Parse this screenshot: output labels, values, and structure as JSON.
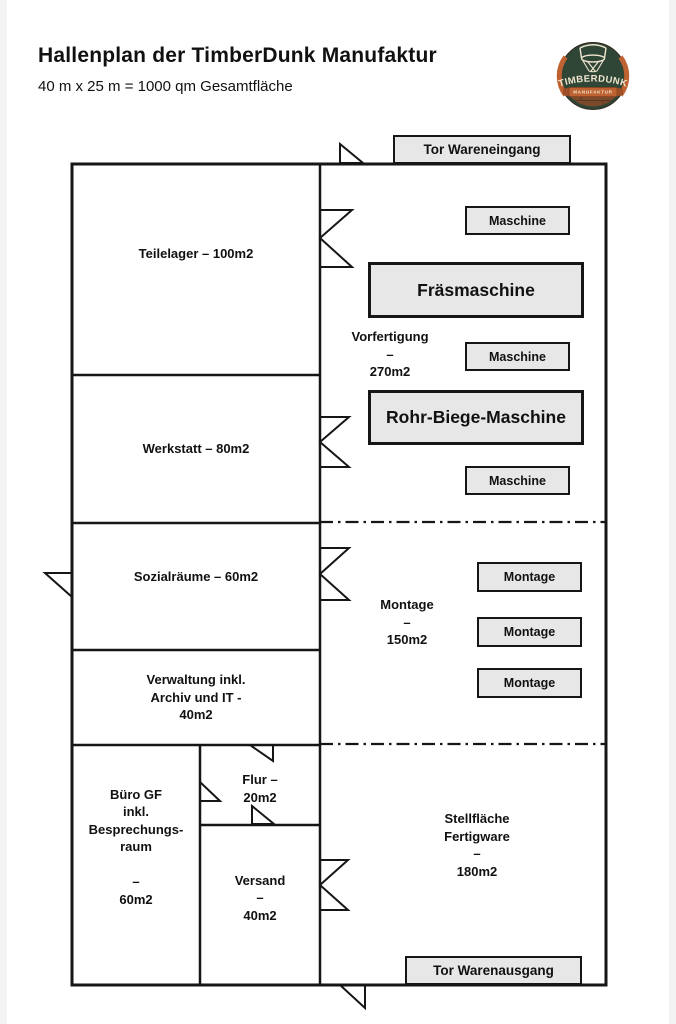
{
  "page": {
    "title": "Hallenplan der TimberDunk Manufaktur",
    "subtitle": "40 m x 25 m = 1000 qm Gesamtfläche"
  },
  "logo": {
    "brand": "TIMBERDUNK",
    "tagline": "MANUFAKTUR"
  },
  "appearance": {
    "box_fill": "#e7e7e7",
    "wall_color": "#161616",
    "logo_green": "#2f4637",
    "logo_orange": "#bf6231",
    "logo_cream": "#f0e5cf",
    "logo_wood": "#7b4a2b"
  },
  "floorplan": {
    "gates": {
      "inbound": "Tor Wareneingang",
      "outbound": "Tor Warenausgang"
    },
    "rooms": [
      {
        "id": "teilelager",
        "label": "Teilelager – 100m2"
      },
      {
        "id": "werkstatt",
        "label": "Werkstatt – 80m2"
      },
      {
        "id": "sozialraeume",
        "label": "Sozialräume – 60m2"
      },
      {
        "id": "verwaltung",
        "label": "Verwaltung inkl.\nArchiv und IT -\n40m2"
      },
      {
        "id": "buero-gf",
        "label": "Büro GF\ninkl.\nBesprechungs-\nraum\n\n–\n60m2"
      },
      {
        "id": "flur",
        "label": "Flur –\n20m2"
      },
      {
        "id": "versand",
        "label": "Versand\n–\n40m2"
      }
    ],
    "zones": [
      {
        "id": "vorfertigung",
        "label": "Vorfertigung\n–\n270m2"
      },
      {
        "id": "montage",
        "label": "Montage\n–\n150m2"
      },
      {
        "id": "stellflaeche",
        "label": "Stellfläche\nFertigware\n–\n180m2"
      }
    ],
    "equipment": [
      {
        "id": "maschine-1",
        "label": "Maschine"
      },
      {
        "id": "fraesmaschine",
        "label": "Fräsmaschine"
      },
      {
        "id": "maschine-2",
        "label": "Maschine"
      },
      {
        "id": "rohr-biege-maschine",
        "label": "Rohr-Biege-Maschine"
      },
      {
        "id": "maschine-3",
        "label": "Maschine"
      },
      {
        "id": "montage-1",
        "label": "Montage"
      },
      {
        "id": "montage-2",
        "label": "Montage"
      },
      {
        "id": "montage-3",
        "label": "Montage"
      }
    ]
  }
}
